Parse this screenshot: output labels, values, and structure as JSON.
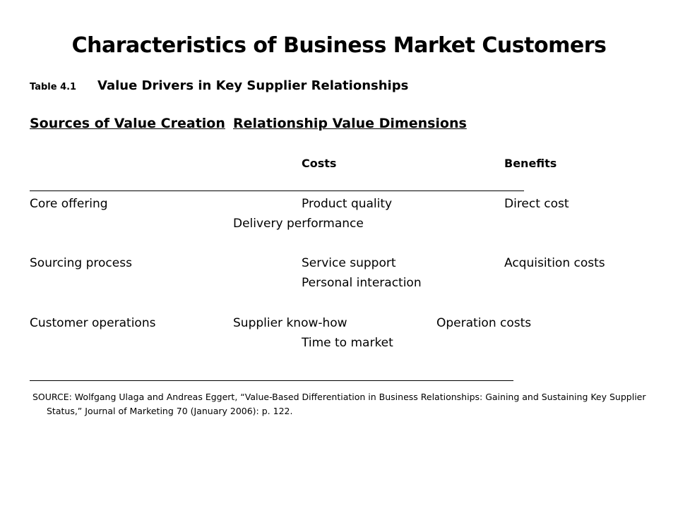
{
  "title": "Characteristics of Business Market Customers",
  "table_label": "Table 4.1",
  "table_caption": "Value Drivers in Key Supplier Relationships",
  "headers": {
    "sources": "Sources of Value Creation",
    "relationship": "Relationship Value Dimensions"
  },
  "subheaders": {
    "costs": "Costs",
    "benefits": "Benefits"
  },
  "rows": [
    {
      "source": "Core offering",
      "costs": "Product quality",
      "benefits": "Direct cost",
      "extra": "Delivery performance"
    },
    {
      "source": "Sourcing process",
      "costs": "Service support",
      "benefits": "Acquisition costs",
      "extra": "Personal interaction"
    },
    {
      "source": "Customer operations",
      "costs": "Supplier know-how",
      "benefits": "Operation costs",
      "extra": "Time to market"
    }
  ],
  "source_note": "SOURCE: Wolfgang Ulaga and Andreas Eggert, “Value-Based Differentiation in Business Relationships: Gaining and Sustaining Key Supplier Status,” Journal of Marketing 70 (January 2006): p. 122."
}
